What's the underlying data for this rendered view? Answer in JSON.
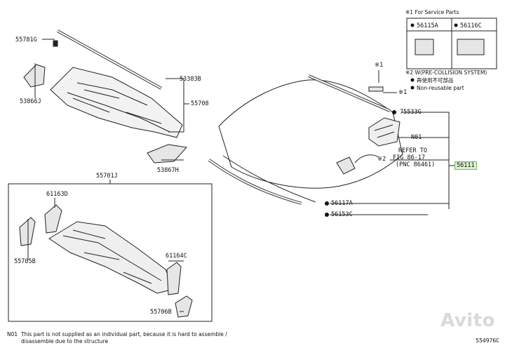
{
  "service_legend": {
    "title": "※1 For Service Parts",
    "items": [
      {
        "code": "56115A"
      },
      {
        "code": "56116C"
      }
    ]
  },
  "marks_legend": {
    "title": "※2 W(PRE-COLLISION SYSTEM)",
    "lines": [
      "再使用不可部品",
      "Non-reusable part"
    ]
  },
  "labels": {
    "p55781g": "55781G",
    "p53383b": "53383B",
    "p55708": "55708",
    "p53866j": "53866J",
    "p53867h": "53867H",
    "p55701j": "55701J",
    "p61163d": "61163D",
    "p55705b": "55705B",
    "p61164c": "61164C",
    "p55706b": "55706B",
    "star1_top": "※1",
    "star1_mid": "※1",
    "star2": "※2",
    "p75533g": "75533G",
    "n01": "N01",
    "refer1": "REFER TO",
    "refer2": "FIG 86-17",
    "refer3": "(PNC 86461)",
    "p56111": "56111",
    "p56117a": "56117A",
    "p56153c": "56153C"
  },
  "footnote": {
    "code": "N01",
    "line1": "This part is not supplied as an individual part, because it is hard to assemble /",
    "line2": "disassemble due to the structure"
  },
  "watermark": "Avito",
  "figure_code": "554976C",
  "colors": {
    "highlight": "#d9f2d0",
    "line": "#222222"
  }
}
